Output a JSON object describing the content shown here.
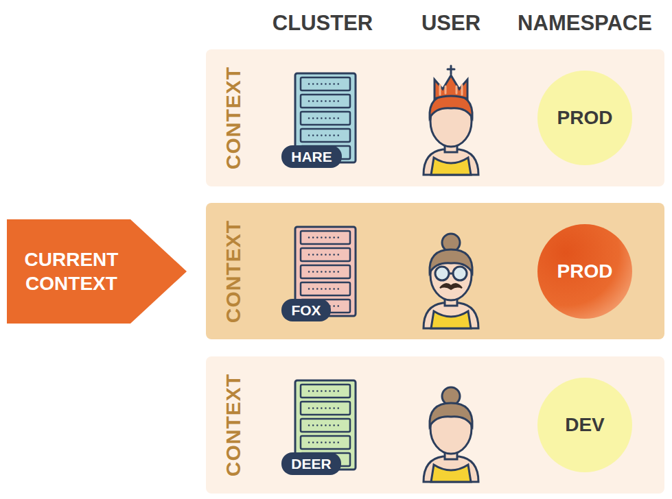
{
  "diagram": {
    "nodes": [
      {
        "text": [
          "CONTEXT"
        ]
      },
      {
        "text": [
          "HARE"
        ],
        "in": 0
      },
      {
        "text": [
          "PROD"
        ],
        "in": 0
      },
      {
        "text": [
          "CURRENT CONTEXT"
        ]
      },
      {
        "text": [
          "CONTEXT"
        ]
      },
      {
        "text": [
          "FOX"
        ],
        "in": 4
      },
      {
        "text": [
          "PROD"
        ],
        "in": 4
      },
      {
        "text": [
          "CONTEXT"
        ]
      },
      {
        "text": [
          "DEER"
        ],
        "in": 7
      },
      {
        "text": [
          "DEV"
        ],
        "in": 7
      }
    ],
    "labels": [
      "CLUSTER",
      "USER",
      "NAMESPACE"
    ]
  }
}
